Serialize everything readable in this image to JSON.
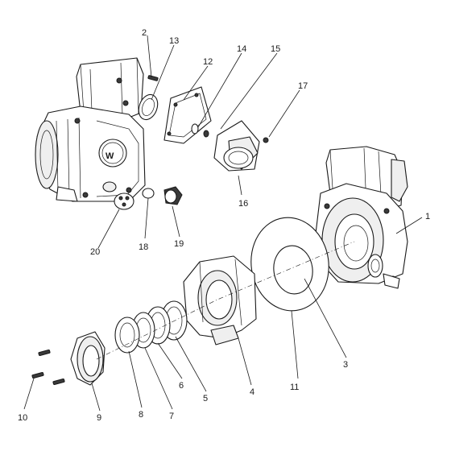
{
  "callouts": {
    "c1": "1",
    "c2": "2",
    "c3": "3",
    "c4": "4",
    "c5": "5",
    "c6": "6",
    "c7": "7",
    "c8": "8",
    "c9": "9",
    "c10": "10",
    "c11": "11",
    "c12": "12",
    "c13": "13",
    "c14": "14",
    "c15": "15",
    "c16": "16",
    "c17": "17",
    "c18": "18",
    "c19": "19",
    "c20": "20"
  },
  "logo": {
    "text": "W"
  },
  "colors": {
    "line": "#1a1a1a",
    "paper": "#ffffff",
    "shade": "#efefef"
  }
}
